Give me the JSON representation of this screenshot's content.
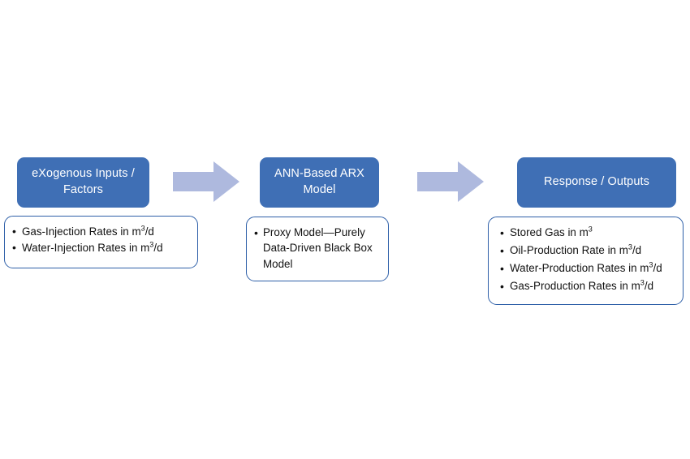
{
  "diagram": {
    "title": "eXogenous Inputs / ANN-Based ARX Model / Response Outputs flow",
    "colors": {
      "header_fill": "#3F6FB5",
      "header_text": "#FFFFFF",
      "detail_border": "#2E5FA8",
      "detail_fill": "#FFFFFF",
      "arrow_fill": "#AEB9DE",
      "body_text": "#111111",
      "background": "#FFFFFF"
    },
    "stages": [
      {
        "id": "inputs",
        "header": "eXogenous Inputs / Factors",
        "bullets": [
          {
            "text": "Gas-Injection Rates in m",
            "sup": "3",
            "tail": "/d"
          },
          {
            "text": "Water-Injection Rates in m",
            "sup": "3",
            "tail": "/d"
          }
        ]
      },
      {
        "id": "model",
        "header": "ANN-Based ARX Model",
        "bullets": [
          {
            "text": "Proxy Model—Purely Data-Driven Black Box Model",
            "sup": "",
            "tail": ""
          }
        ]
      },
      {
        "id": "outputs",
        "header": "Response / Outputs",
        "bullets": [
          {
            "text": "Stored Gas in m",
            "sup": "3",
            "tail": ""
          },
          {
            "text": "Oil-Production Rate in m",
            "sup": "3",
            "tail": "/d"
          },
          {
            "text": "Water-Production Rates in m",
            "sup": "3",
            "tail": "/d"
          },
          {
            "text": "Gas-Production Rates in m",
            "sup": "3",
            "tail": "/d"
          }
        ]
      }
    ],
    "arrows": [
      {
        "id": "arrow-inputs-to-model",
        "direction": "right"
      },
      {
        "id": "arrow-model-to-outputs",
        "direction": "right"
      }
    ]
  }
}
